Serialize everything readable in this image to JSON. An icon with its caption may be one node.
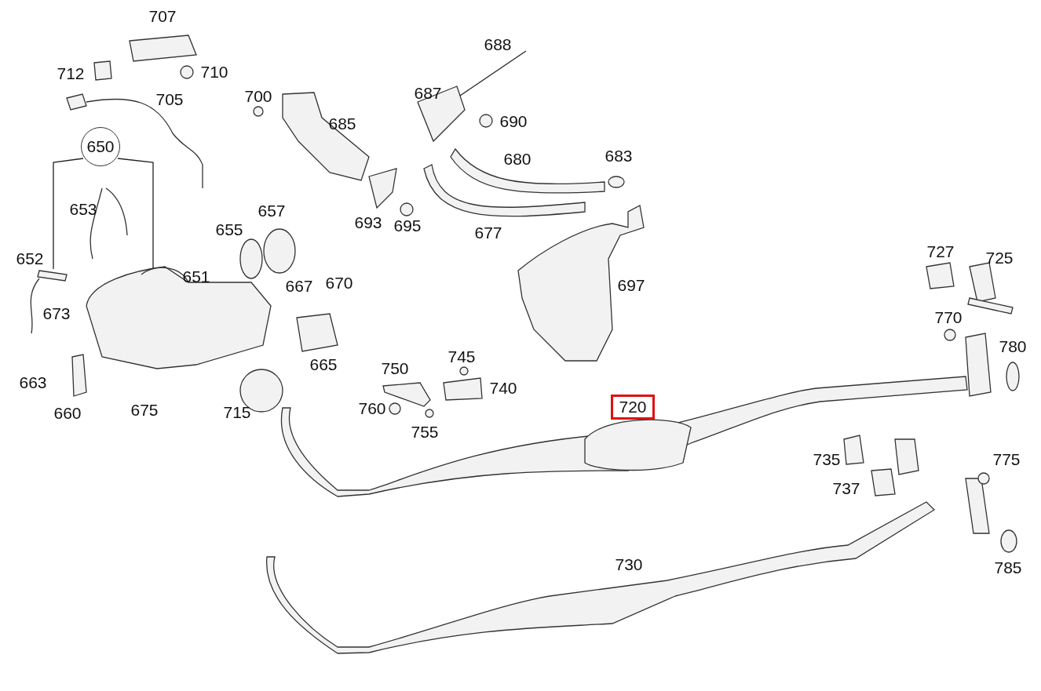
{
  "diagram": {
    "nodes": [
      {
        "text": [
          "650"
        ]
      },
      {
        "text": [
          "688"
        ]
      },
      {
        "text": [
          "720"
        ]
      },
      {
        "text": [],
        "shape": "picture"
      }
    ],
    "edges": [
      {
        "from": 0,
        "to": null,
        "arrow": "none"
      },
      {
        "from": 0,
        "to": null,
        "arrow": "none"
      },
      {
        "from": 1,
        "to": 3,
        "arrow": "none"
      }
    ],
    "labels": [
      "707",
      "712",
      "710",
      "705",
      "700",
      "687",
      "685",
      "690",
      "680",
      "683",
      "653",
      "657",
      "655",
      "693",
      "695",
      "677",
      "652",
      "727",
      "725",
      "651",
      "667",
      "670",
      "697",
      "673",
      "770",
      "780",
      "745",
      "665",
      "750",
      "740",
      "663",
      "660",
      "675",
      "715",
      "760",
      "755",
      "735",
      "775",
      "737",
      "730",
      "785"
    ]
  }
}
